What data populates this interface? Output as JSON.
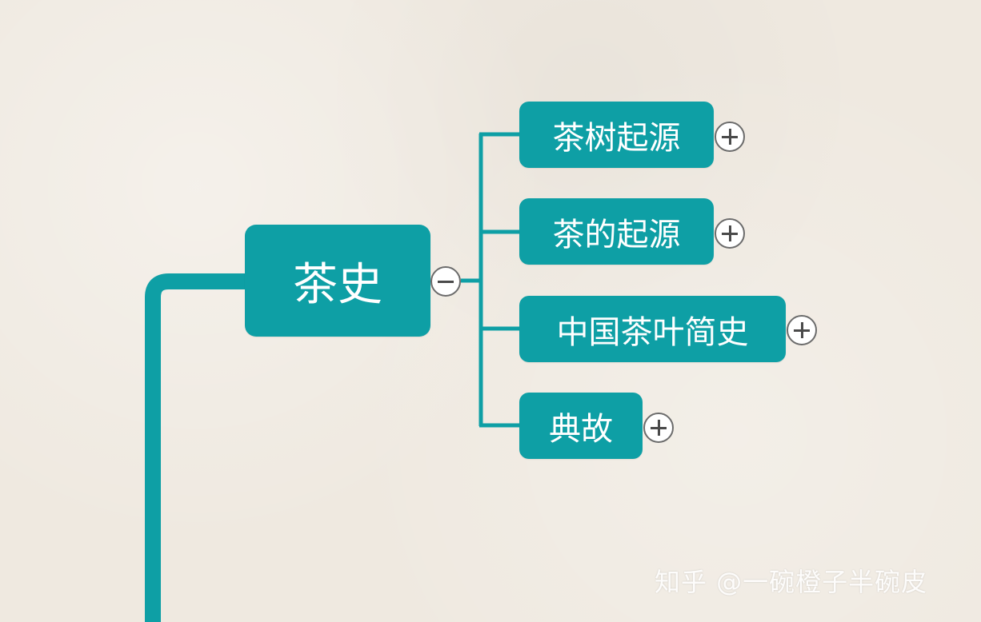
{
  "mindmap": {
    "main_topic": "茶史",
    "subtopics": [
      {
        "label": "茶树起源"
      },
      {
        "label": "茶的起源"
      },
      {
        "label": "中国茶叶简史"
      },
      {
        "label": "典故"
      }
    ]
  },
  "watermark": "知乎 @一碗橙子半碗皮",
  "colors": {
    "node_fill": "#0e9fa5",
    "connector": "#0e9fa5",
    "node_text": "#ffffff",
    "background": "#efe9e0",
    "toggle_border": "#6b6b6b"
  },
  "icons": {
    "collapse": "minus-circle-icon",
    "expand": "plus-circle-icon"
  }
}
